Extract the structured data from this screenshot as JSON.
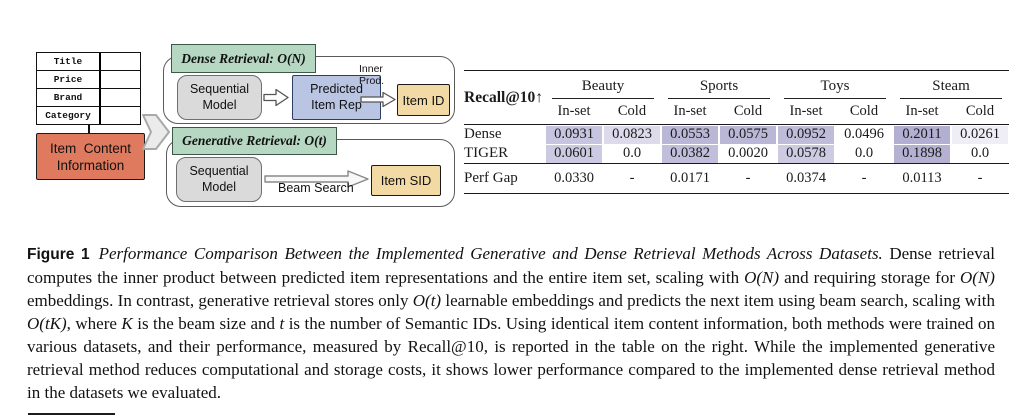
{
  "diagram": {
    "attr_table": {
      "rows": [
        "Title",
        "Price",
        "Brand",
        "Category"
      ]
    },
    "item_box": {
      "label": "Item Content\nInformation"
    },
    "dense": {
      "header": "Dense Retrieval: O(N)",
      "seq_model": "Sequential\nModel",
      "predicted": "Predicted\nItem Rep",
      "inner_prod": "Inner Prod.",
      "output": "Item ID"
    },
    "generative": {
      "header": "Generative Retrieval: O(t)",
      "seq_model": "Sequential\nModel",
      "beam_label": "Beam Search",
      "output": "Item SID"
    },
    "colors": {
      "header_green": "#b6d7c2",
      "box_gray": "#dadada",
      "box_blue": "#b9c5e3",
      "box_tan": "#f3d9a4",
      "item_salmon": "#df7a5e"
    }
  },
  "table": {
    "metric": "Recall@10↑",
    "groups": [
      "Beauty",
      "Sports",
      "Toys",
      "Steam"
    ],
    "subheaders": [
      "In-set",
      "Cold"
    ],
    "rows": [
      {
        "label": "Dense",
        "values": [
          "0.0931",
          "0.0823",
          "0.0553",
          "0.0575",
          "0.0952",
          "0.0496",
          "0.2011",
          "0.0261"
        ],
        "colors": [
          "#c7c4df",
          "#dddbeb",
          "#bab7d6",
          "#bab7d6",
          "#bfbcda",
          "#ffffff",
          "#b2afd2",
          "#efeef6"
        ]
      },
      {
        "label": "TIGER",
        "values": [
          "0.0601",
          "0.0",
          "0.0382",
          "0.0020",
          "0.0578",
          "0.0",
          "0.1898",
          "0.0"
        ],
        "colors": [
          "#cccae2",
          "#ffffff",
          "#c1bedb",
          "#ffffff",
          "#cdcbe2",
          "#ffffff",
          "#b4b1d3",
          "#ffffff"
        ]
      }
    ],
    "footer": {
      "label": "Perf Gap",
      "values": [
        "0.0330",
        "-",
        "0.0171",
        "-",
        "0.0374",
        "-",
        "0.0113",
        "-"
      ]
    }
  },
  "caption": {
    "label": "Figure 1",
    "segments": [
      {
        "style": "title",
        "text": "Performance Comparison Between the Implemented Generative and Dense Retrieval Methods Across Datasets."
      },
      {
        "style": "normal",
        "text": " Dense retrieval computes the inner product between predicted item representations and the entire item set, scaling with "
      },
      {
        "style": "math",
        "text": "O(N)"
      },
      {
        "style": "normal",
        "text": " and requiring storage for "
      },
      {
        "style": "math",
        "text": "O(N)"
      },
      {
        "style": "normal",
        "text": " embeddings. In contrast, generative retrieval stores only "
      },
      {
        "style": "math",
        "text": "O(t)"
      },
      {
        "style": "normal",
        "text": " learnable embeddings and predicts the next item using beam search, scaling with "
      },
      {
        "style": "math",
        "text": "O(tK)"
      },
      {
        "style": "normal",
        "text": ", where "
      },
      {
        "style": "math",
        "text": "K"
      },
      {
        "style": "normal",
        "text": " is the beam size and "
      },
      {
        "style": "math",
        "text": "t"
      },
      {
        "style": "normal",
        "text": " is the number of Semantic IDs. Using identical item content information, both methods were trained on various datasets, and their performance, measured by Recall@10, is reported in the table on the right. While the implemented generative retrieval method reduces computational and storage costs, it shows lower performance compared to the implemented dense retrieval method in the datasets we evaluated."
      }
    ]
  }
}
